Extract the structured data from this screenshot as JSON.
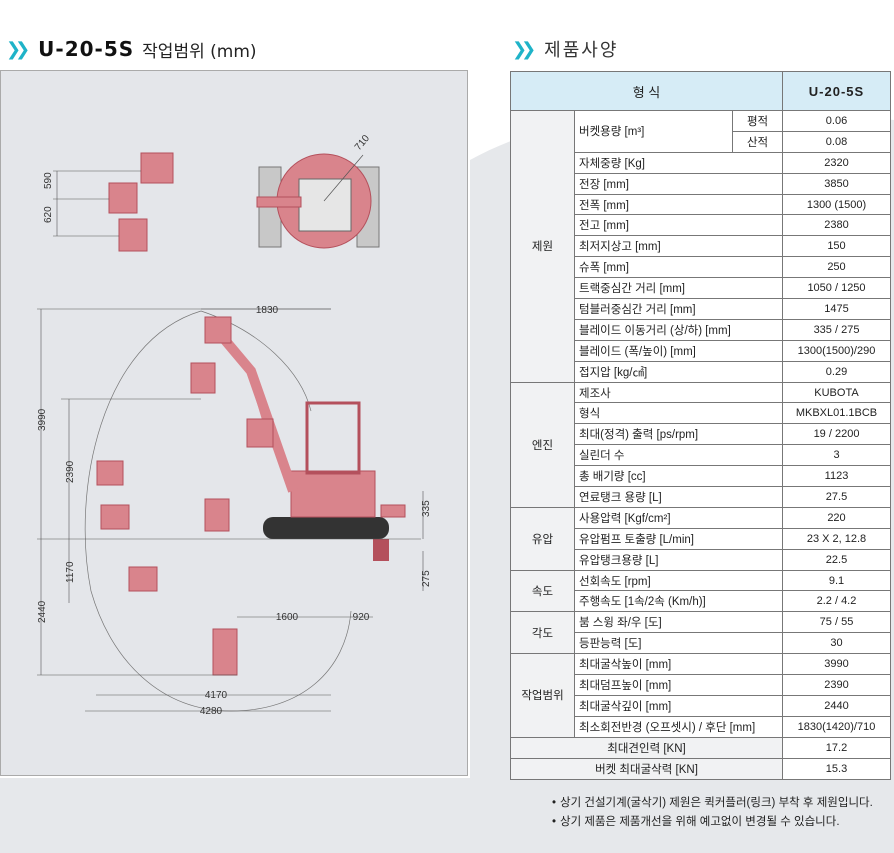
{
  "left_heading": {
    "model": "U-20-5S",
    "subtitle": "작업범위 (mm)"
  },
  "right_heading": {
    "title": "제품사양"
  },
  "diagram": {
    "dims": {
      "d590": "590",
      "d620": "620",
      "d710": "710",
      "d1830": "1830",
      "d3990": "3990",
      "d2390": "2390",
      "d335": "335",
      "d1170": "1170",
      "d275": "275",
      "d2440": "2440",
      "d1600": "1600",
      "d920": "920",
      "d4170": "4170",
      "d4280": "4280"
    },
    "colors": {
      "machine": "#d9848c",
      "machine_dark": "#b4505c",
      "track": "#333333",
      "background": "#e4e6ea"
    }
  },
  "spec": {
    "header": {
      "label": "형      식",
      "value": "U-20-5S"
    },
    "groups": [
      {
        "category": "제원",
        "bucket": {
          "label": "버켓용량 [m³]",
          "rows": [
            {
              "sub": "평적",
              "value": "0.06"
            },
            {
              "sub": "산적",
              "value": "0.08"
            }
          ]
        },
        "rows": [
          {
            "label": "자체중량 [Kg]",
            "value": "2320"
          },
          {
            "label": "전장 [mm]",
            "value": "3850"
          },
          {
            "label": "전폭 [mm]",
            "value": "1300 (1500)"
          },
          {
            "label": "전고 [mm]",
            "value": "2380"
          },
          {
            "label": "최저지상고 [mm]",
            "value": "150"
          },
          {
            "label": "슈폭 [mm]",
            "value": "250"
          },
          {
            "label": "트랙중심간 거리 [mm]",
            "value": "1050 / 1250"
          },
          {
            "label": "텀블러중심간 거리 [mm]",
            "value": "1475"
          },
          {
            "label": "블레이드 이동거리 (상/하) [mm]",
            "value": "335 / 275"
          },
          {
            "label": "블레이드 (폭/높이) [mm]",
            "value": "1300(1500)/290"
          },
          {
            "label": "접지압 [kg/㎠]",
            "value": "0.29"
          }
        ]
      },
      {
        "category": "엔진",
        "rows": [
          {
            "label": "제조사",
            "value": "KUBOTA"
          },
          {
            "label": "형식",
            "value": "MKBXL01.1BCB"
          },
          {
            "label": "최대(정격) 출력 [ps/rpm]",
            "value": "19 / 2200"
          },
          {
            "label": "실린더 수",
            "value": "3"
          },
          {
            "label": "총 배기량 [cc]",
            "value": "1123"
          },
          {
            "label": "연료탱크 용량 [L]",
            "value": "27.5"
          }
        ]
      },
      {
        "category": "유압",
        "rows": [
          {
            "label": "사용압력 [Kgf/cm²]",
            "value": "220"
          },
          {
            "label": "유압펌프 토출량 [L/min]",
            "value": "23 X 2,  12.8"
          },
          {
            "label": "유압탱크용량 [L]",
            "value": "22.5"
          }
        ]
      },
      {
        "category": "속도",
        "rows": [
          {
            "label": "선회속도 [rpm]",
            "value": "9.1"
          },
          {
            "label": "주행속도 [1속/2속 (Km/h)]",
            "value": "2.2 / 4.2"
          }
        ]
      },
      {
        "category": "각도",
        "rows": [
          {
            "label": "붐 스윙 좌/우 [도]",
            "value": "75 / 55"
          },
          {
            "label": "등판능력 [도]",
            "value": "30"
          }
        ]
      },
      {
        "category": "작업범위",
        "rows": [
          {
            "label": "최대굴삭높이 [mm]",
            "value": "3990"
          },
          {
            "label": "최대덤프높이 [mm]",
            "value": "2390"
          },
          {
            "label": "최대굴삭깊이 [mm]",
            "value": "2440"
          },
          {
            "label": "최소회전반경 (오프셋시) / 후단 [mm]",
            "value": "1830(1420)/710"
          }
        ]
      }
    ],
    "footer_rows": [
      {
        "label": "최대견인력 [KN]",
        "value": "17.2"
      },
      {
        "label": "버켓 최대굴삭력 [KN]",
        "value": "15.3"
      }
    ]
  },
  "notes": [
    "상기 건설기계(굴삭기) 제원은 퀵커플러(링크) 부착 후 제원입니다.",
    "상기 제품은 제품개선을 위해 예고없이 변경될 수 있습니다."
  ]
}
